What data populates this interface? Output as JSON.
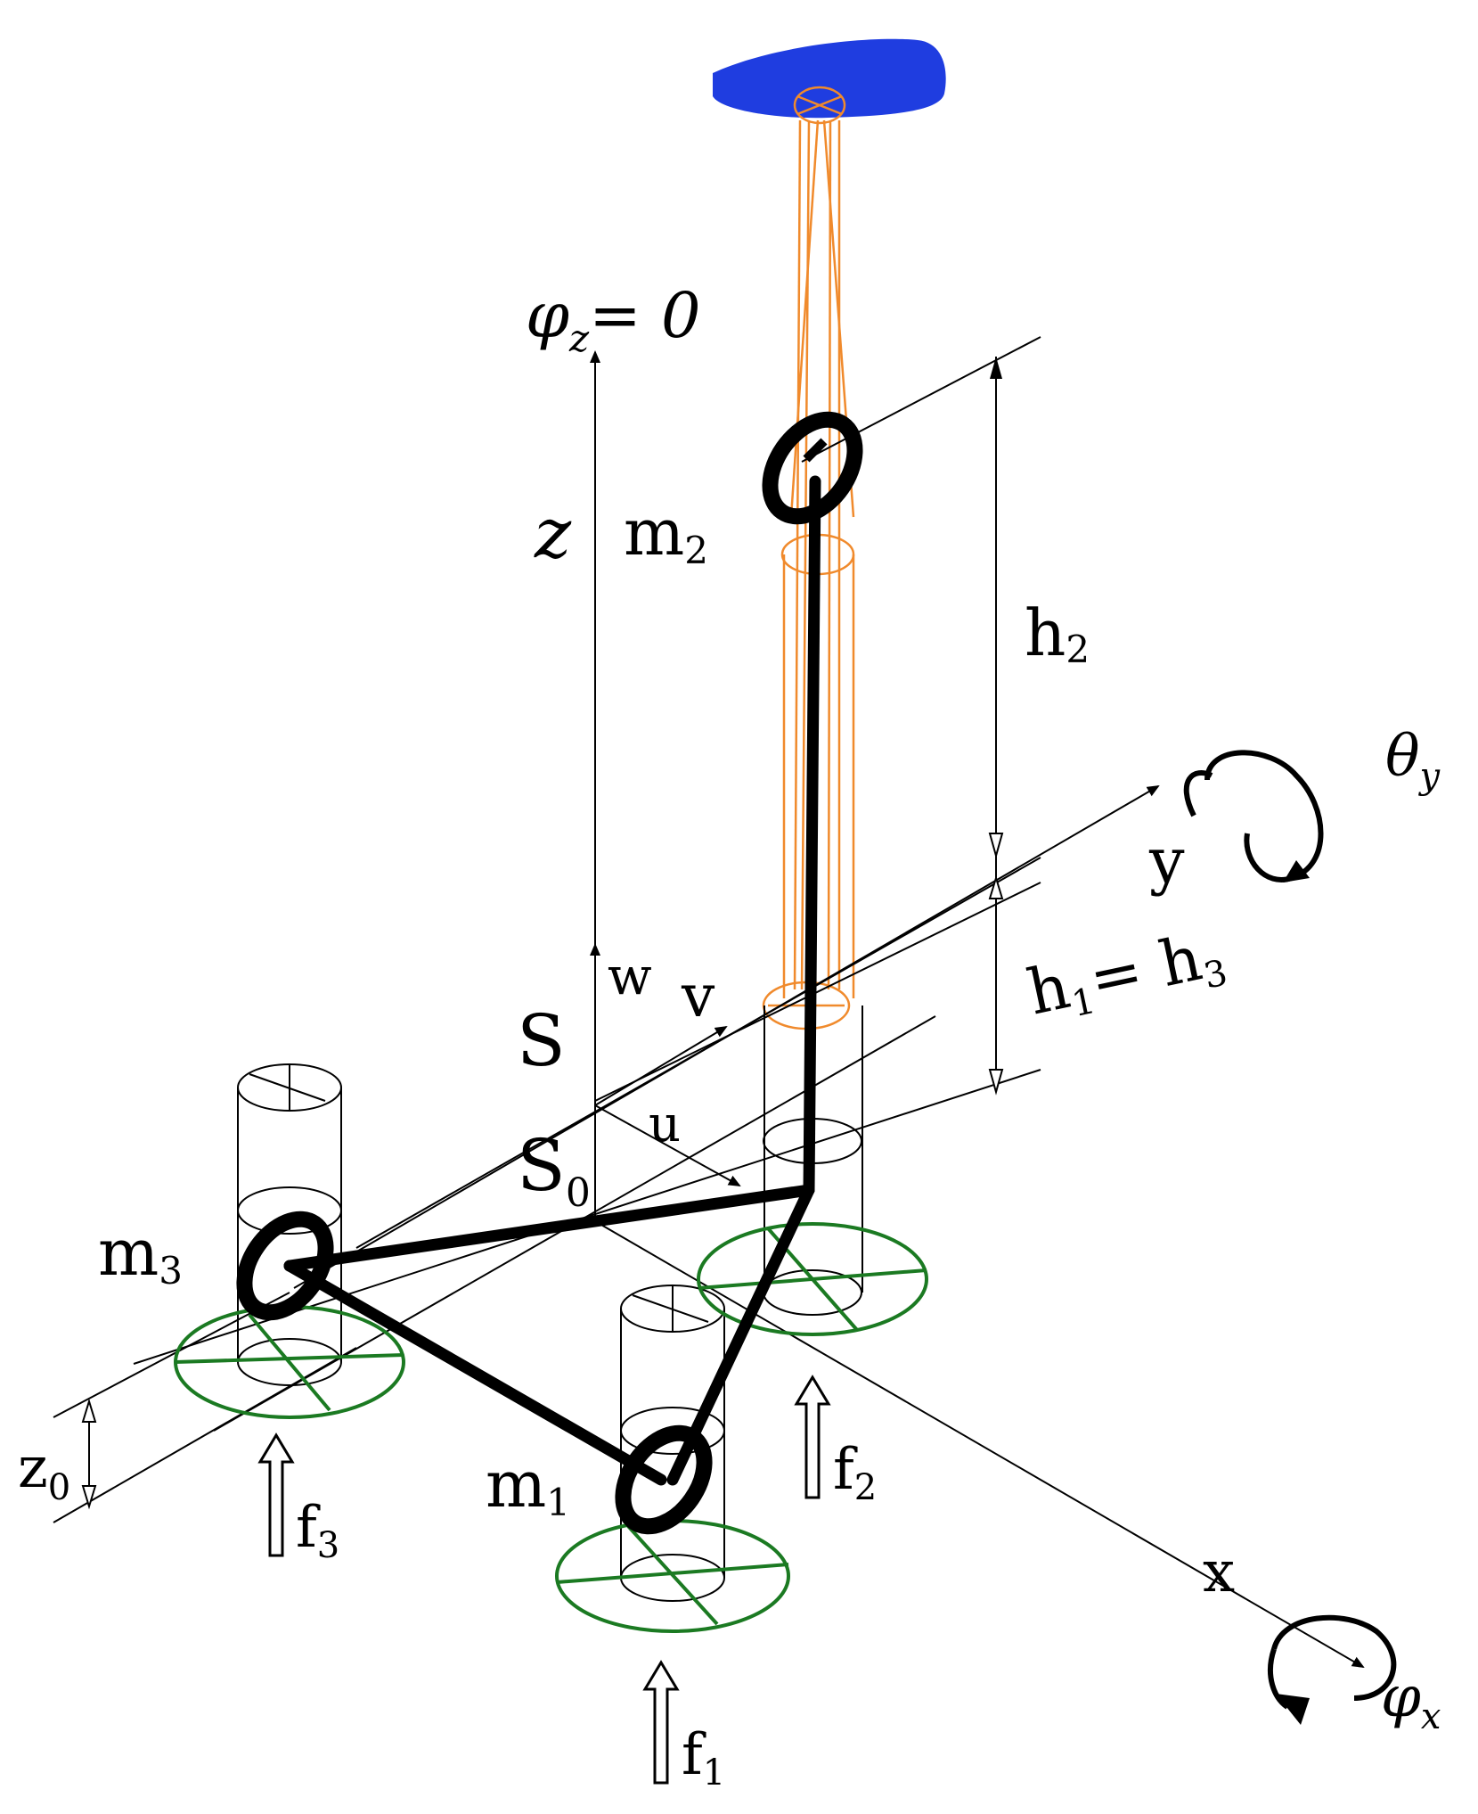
{
  "labels": {
    "phi_z": "φ",
    "phi_z_sub": "z",
    "phi_z_eq": "= 0",
    "z": "z",
    "m2": "m",
    "m2_sub": "2",
    "h2": "h",
    "h2_sub": "2",
    "theta_y": "θ",
    "theta_y_sub": "y",
    "y": "y",
    "h1": "h",
    "h1_sub": "1",
    "h1_eq": "= h",
    "h3_sub": "3",
    "w": "w",
    "v": "v",
    "u": "u",
    "S": "S",
    "S0": "S",
    "S0_sub": "0",
    "m3": "m",
    "m3_sub": "3",
    "z0": "z",
    "z0_sub": "0",
    "m1": "m",
    "m1_sub": "1",
    "f1": "f",
    "f1_sub": "1",
    "f2": "f",
    "f2_sub": "2",
    "f3": "f",
    "f3_sub": "3",
    "x": "x",
    "phi_x": "φ",
    "phi_x_sub": "x"
  },
  "colors": {
    "head": "#1f3de0",
    "wire_orange": "#f08a2c",
    "foot_green": "#1b7a22",
    "link": "#000000"
  }
}
